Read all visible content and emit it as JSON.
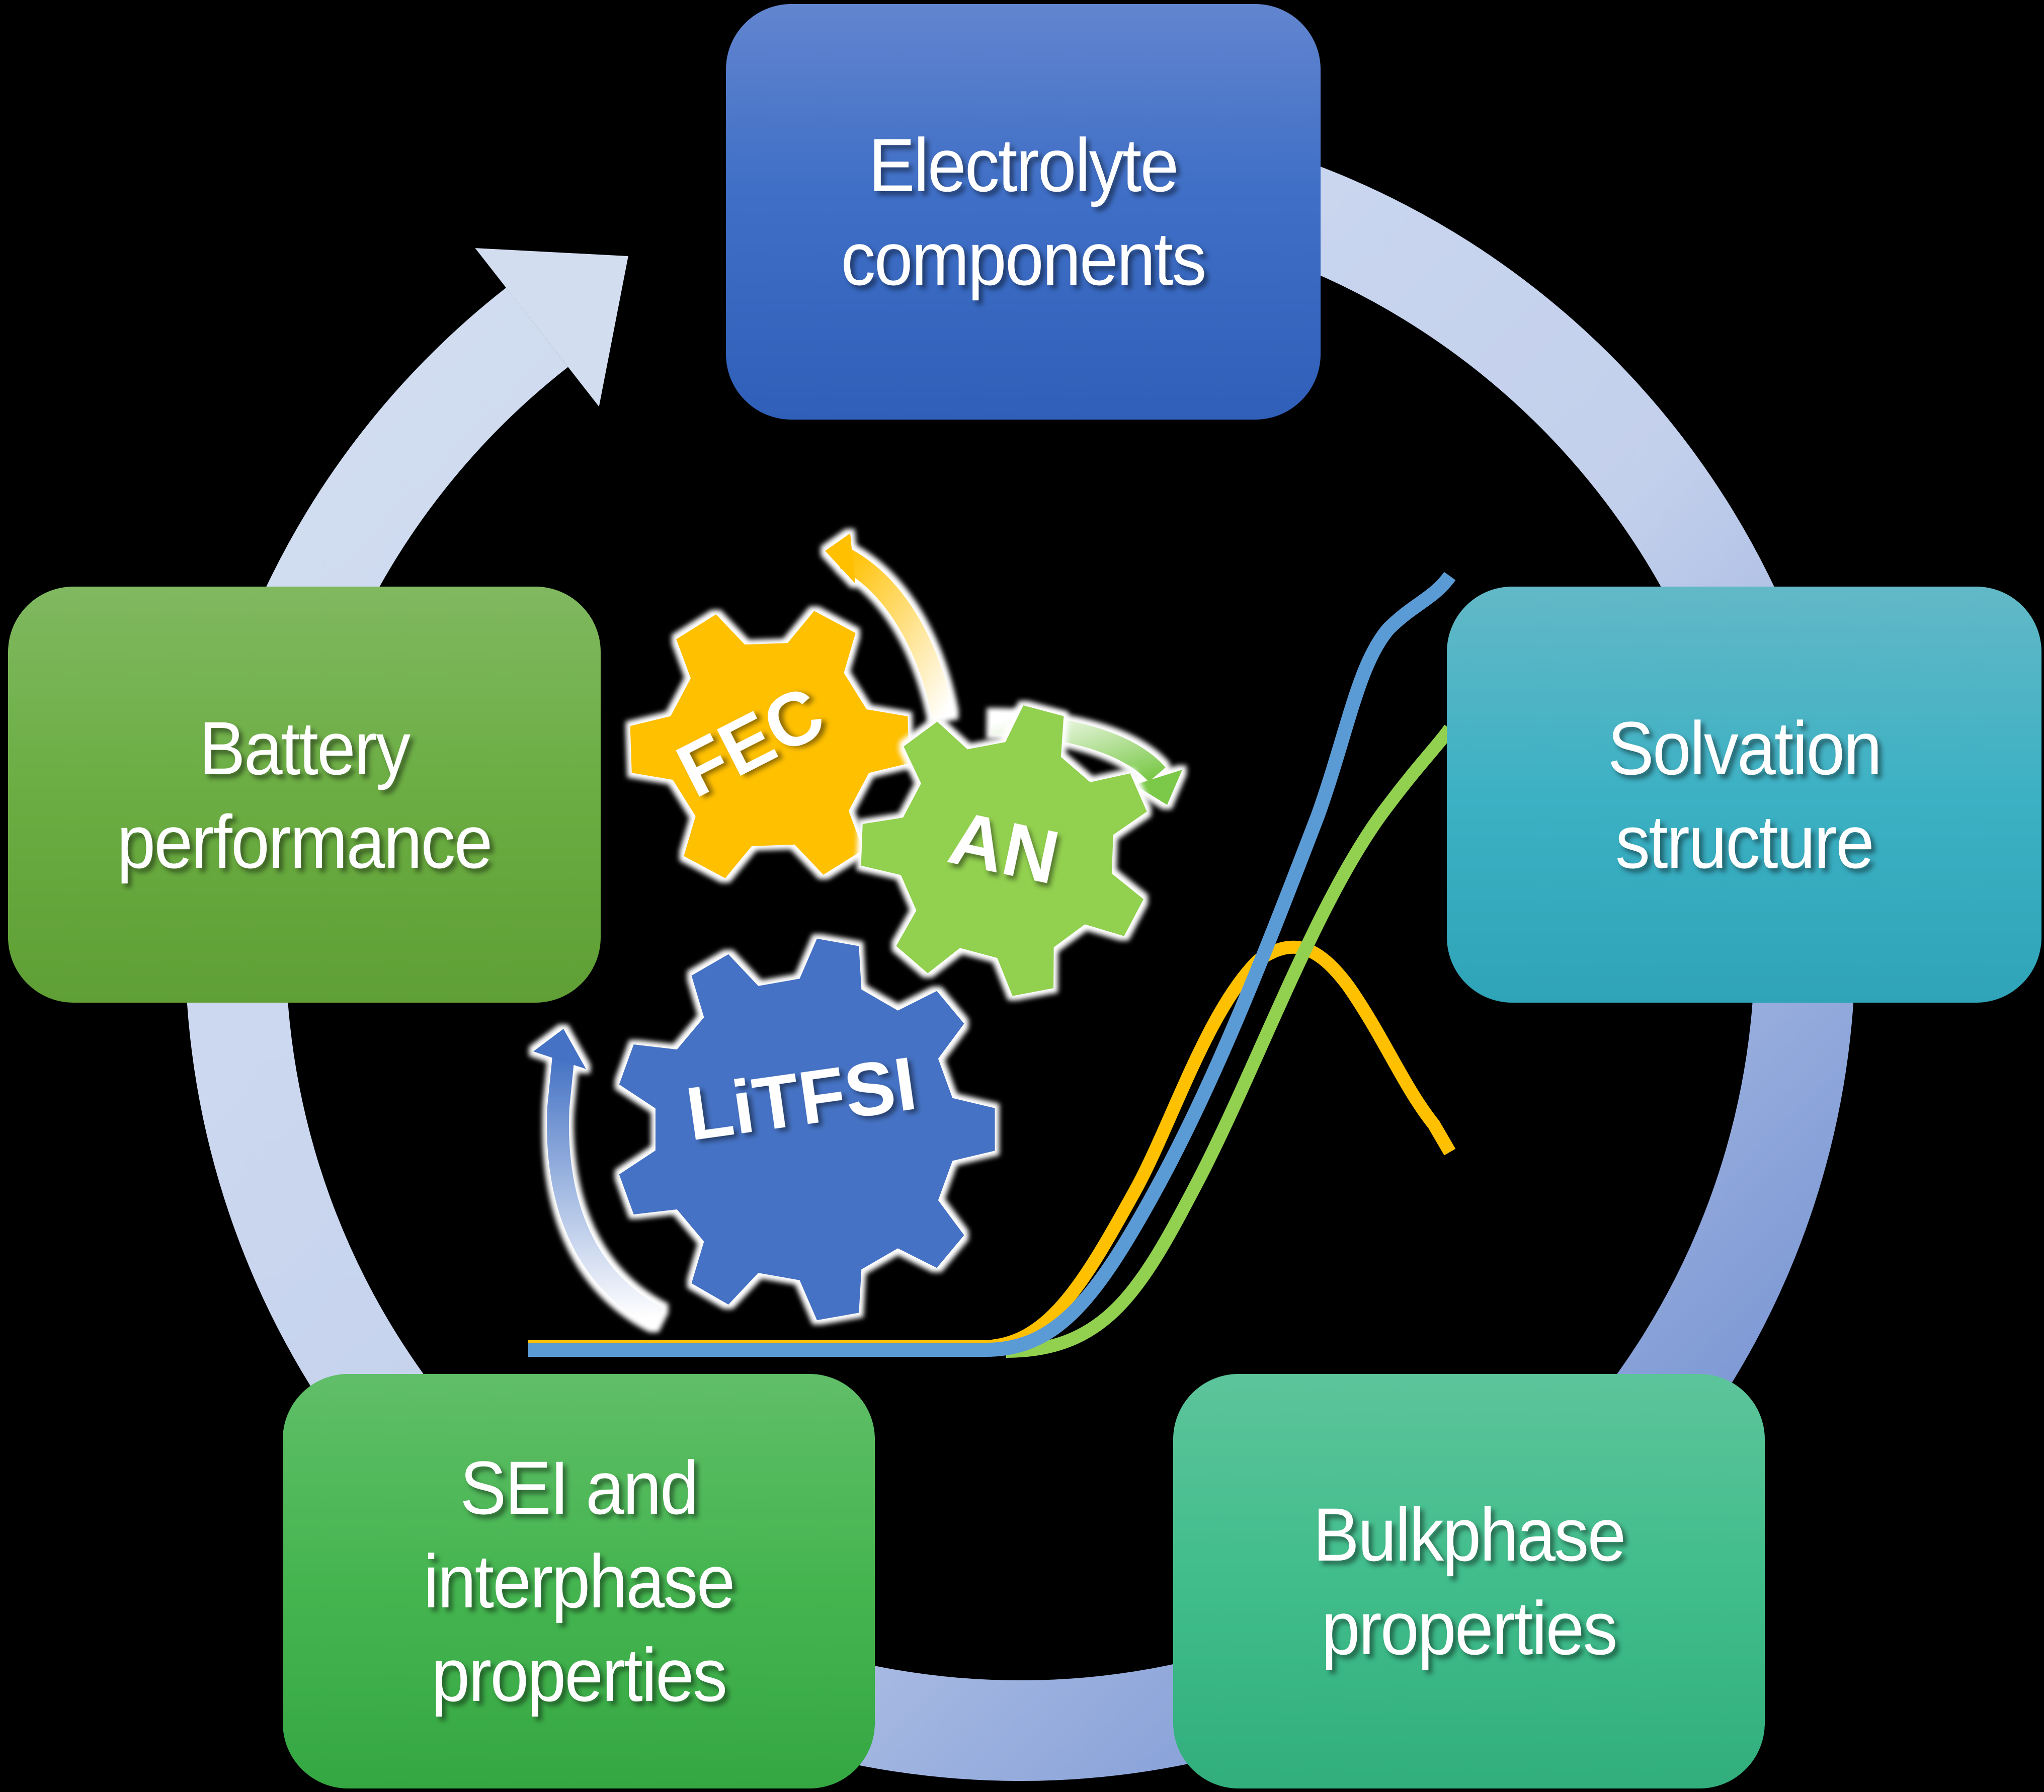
{
  "diagram": {
    "boxes": [
      {
        "id": "electrolyte",
        "label": "Electrolyte\ncomponents",
        "color": "#4472C4"
      },
      {
        "id": "solvation",
        "label": "Solvation\nstructure",
        "color": "#3CB1C4"
      },
      {
        "id": "bulkphase",
        "label": "Bulkphase\nproperties",
        "color": "#40BD8B"
      },
      {
        "id": "sei",
        "label": "SEI and\ninterphase\nproperties",
        "color": "#45B550"
      },
      {
        "id": "battery",
        "label": "Battery\nperformance",
        "color": "#6BAD42"
      }
    ],
    "cycle_arrow": {
      "color_light": "#D3DEF1",
      "color_dark": "#6A8ACC",
      "direction": "clockwise"
    },
    "gears": [
      {
        "id": "fec",
        "label": "FEC",
        "color": "#FFC000",
        "teeth": 6
      },
      {
        "id": "an",
        "label": "AN",
        "color": "#92D050",
        "teeth": 7
      },
      {
        "id": "litfsi",
        "label": "LiTFSI",
        "color": "#4472C4",
        "teeth": 9
      }
    ],
    "curves": [
      {
        "id": "blue-sigmoid",
        "color": "#5B9BD5",
        "shape": "rising-sigmoid"
      },
      {
        "id": "green-sigmoid",
        "color": "#92D050",
        "shape": "rising-sigmoid-plateau"
      },
      {
        "id": "orange-peak",
        "color": "#FFC000",
        "shape": "peak"
      }
    ]
  }
}
